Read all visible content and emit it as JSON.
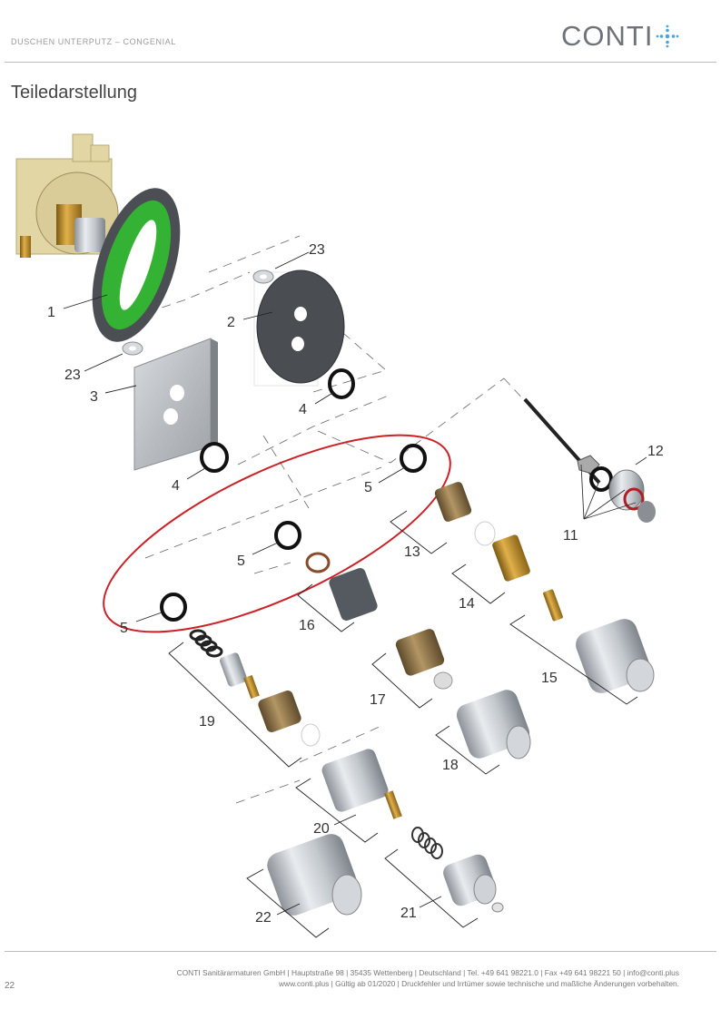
{
  "header": {
    "section": "DUSCHEN UNTERPUTZ – CONGENIAL",
    "logo_text": "CONTI",
    "logo_icon": "plus-dots-icon",
    "brand_color": "#4fa3d9"
  },
  "title": "Teiledarstellung",
  "diagram": {
    "highlight_color": "#cc2127",
    "labels": {
      "p1": "1",
      "p2": "2",
      "p3": "3",
      "p4a": "4",
      "p4b": "4",
      "p5a": "5",
      "p5b": "5",
      "p5c": "5",
      "p11": "11",
      "p12": "12",
      "p13": "13",
      "p14": "14",
      "p15": "15",
      "p16": "16",
      "p17": "17",
      "p18": "18",
      "p19": "19",
      "p20": "20",
      "p21": "21",
      "p22": "22",
      "p23a": "23",
      "p23b": "23"
    }
  },
  "footer": {
    "line1": "CONTI Sanitärarmaturen GmbH | Hauptstraße 98 | 35435 Wettenberg | Deutschland | Tel. +49 641 98221.0 | Fax +49 641 98221 50 | info@conti.plus",
    "line2": "www.conti.plus | Gültig ab 01/2020 | Druckfehler und Irrtümer sowie technische und maßliche Änderungen vorbehalten.",
    "page_number": "22"
  }
}
